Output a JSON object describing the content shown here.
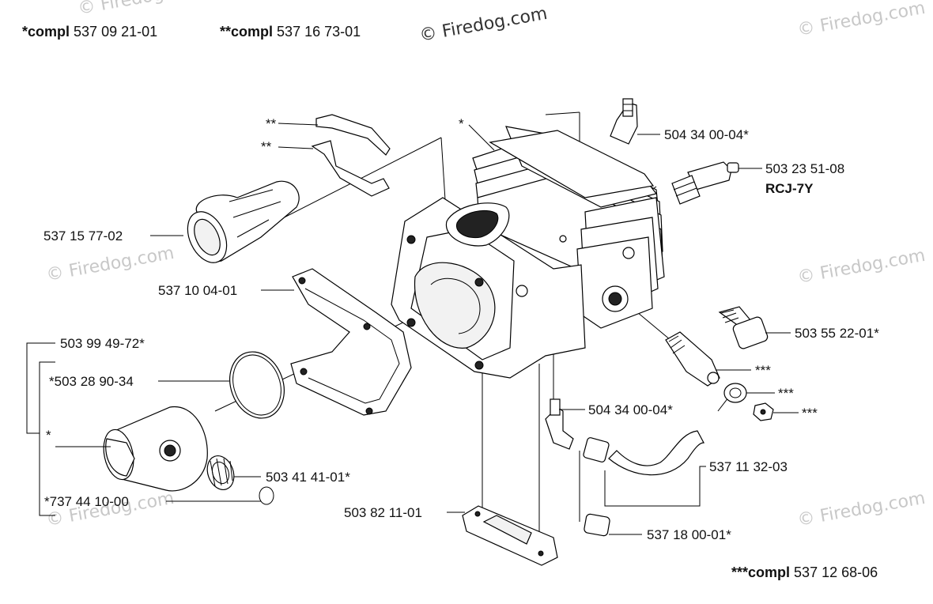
{
  "header": {
    "compl1_prefix": "*compl",
    "compl1_number": "537 09 21-01",
    "compl2_prefix": "**compl",
    "compl2_number": "537 16 73-01",
    "compl3_prefix": "***compl",
    "compl3_number": "537 12 68-06"
  },
  "watermark": {
    "main": "© Firedog.com",
    "faint": "© Firedog.com"
  },
  "labels": {
    "l_star_top": "*",
    "l_2star_a": "**",
    "l_2star_b": "**",
    "l_50434_top": "504 34 00-04*",
    "l_50323": "503 23 51-08",
    "l_rcj": "RCJ-7Y",
    "l_53715": "537 15 77-02",
    "l_53710": "537 10 04-01",
    "l_50355": "503 55 22-01*",
    "l_50399": "503 99 49-72*",
    "l_3star_a": "***",
    "l_50328": "*503 28 90-34",
    "l_3star_b": "***",
    "l_3star_c": "***",
    "l_50434_mid": "504 34 00-04*",
    "l_star_piston": "*",
    "l_53711": "537 11 32-03",
    "l_50341": "503 41 41-01*",
    "l_73744": "*737 44 10-00",
    "l_50382": "503 82 11-01",
    "l_53718": "537 18 00-01*"
  }
}
